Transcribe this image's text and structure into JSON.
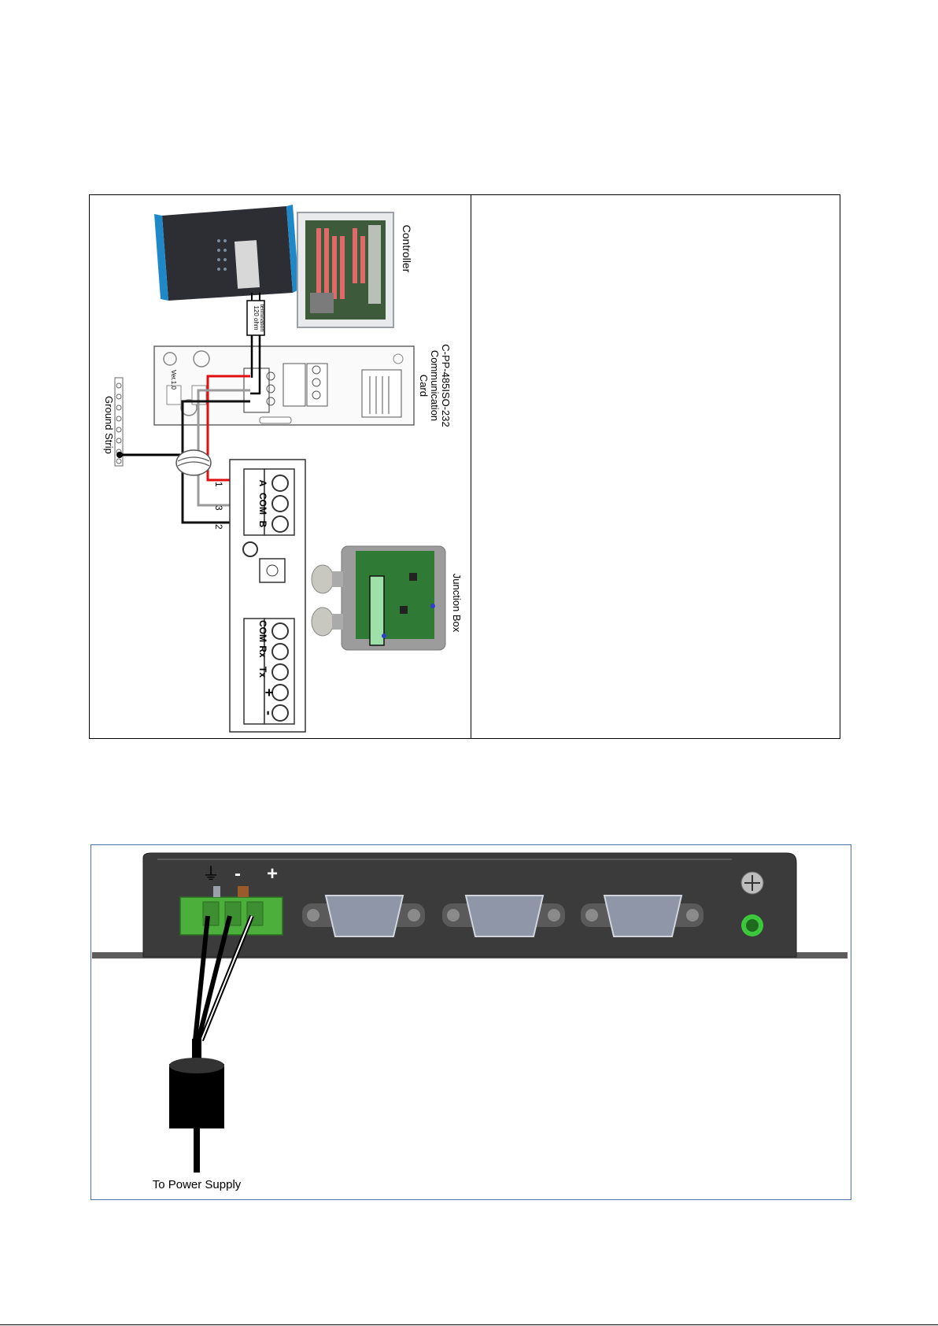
{
  "wiring": {
    "controller_label": "Controller",
    "card_label_line1": "C-PP-485ISO-232",
    "card_label_line2": "Communication",
    "card_label_line3": "Card",
    "termination_label_line1": "120 ohm",
    "termination_label_line2": "termination",
    "ground_strip_label": "Ground Strip",
    "junction_box_label": "Junction Box",
    "card_version": "Ver.1.0",
    "wire_numbers": [
      "1",
      "3",
      "2"
    ],
    "terminal_labels_rs485": [
      "A",
      "COM",
      "B"
    ],
    "terminal_labels_power": [
      "COM",
      "Rx",
      "Tx",
      "+",
      "-"
    ],
    "wire_colors": {
      "a_wire": "#e01010",
      "com_wire": "#9a9a9a",
      "b_wire": "#111111"
    }
  },
  "device": {
    "power_symbols": [
      "⏚",
      "-",
      "+"
    ],
    "power_supply_label": "To Power Supply",
    "db9_port_count": 3,
    "terminal_color": "#4caf3c",
    "led_color": "#3cc83c"
  }
}
